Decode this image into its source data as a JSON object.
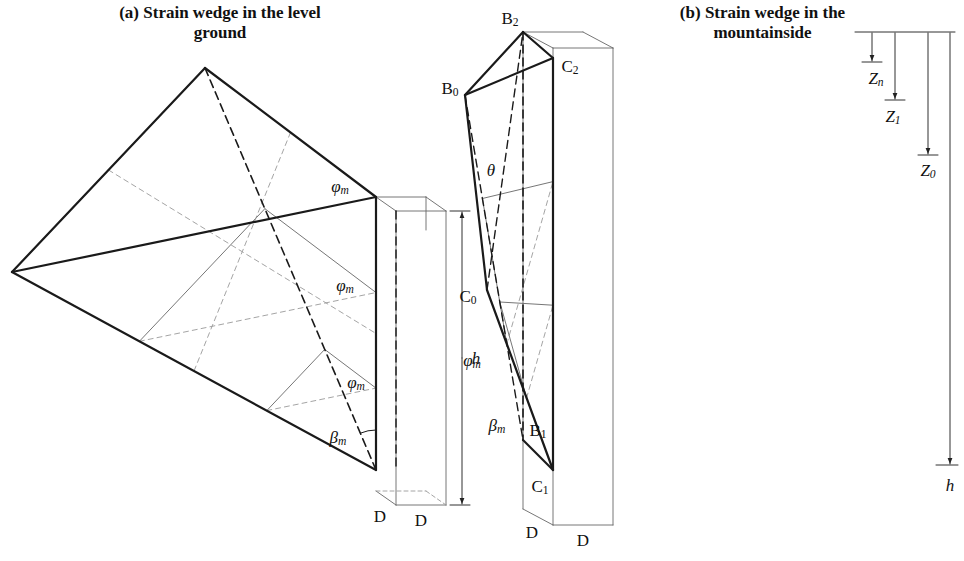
{
  "diagram": {
    "labels": [
      "(a) Strain wedge in the level ground",
      "(b) Strain wedge in the mountainside",
      "φm",
      "φm",
      "φm",
      "βm",
      "h",
      "D",
      "D",
      "B2",
      "B0",
      "C2",
      "Zn",
      "Z1",
      "Z0",
      "θ",
      "φm",
      "βm",
      "B1",
      "C0",
      "C1",
      "D",
      "D",
      "h"
    ]
  }
}
